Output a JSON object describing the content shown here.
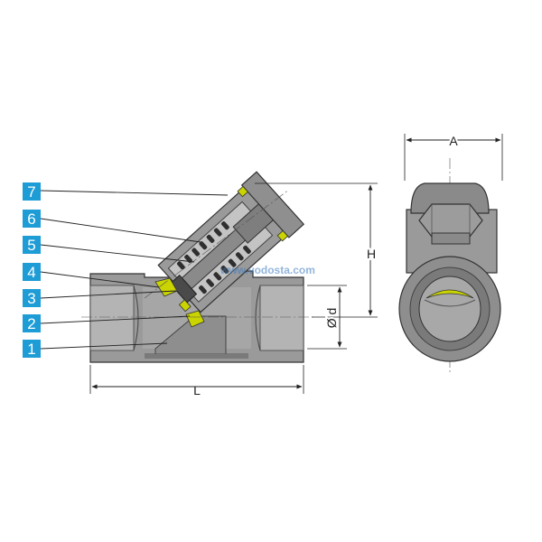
{
  "part_numbers": [
    "7",
    "6",
    "5",
    "4",
    "3",
    "2",
    "1"
  ],
  "dimensions": {
    "length": "L",
    "height": "H",
    "diameter": "Ø d",
    "width": "A"
  },
  "watermark": "www.vodosta.com",
  "colors": {
    "badge": "#1e9cd6",
    "body_fill": "#9a9a9a",
    "body_dark": "#6e6e6e",
    "seal": "#c9d400",
    "watermark": "#3a78c0"
  }
}
